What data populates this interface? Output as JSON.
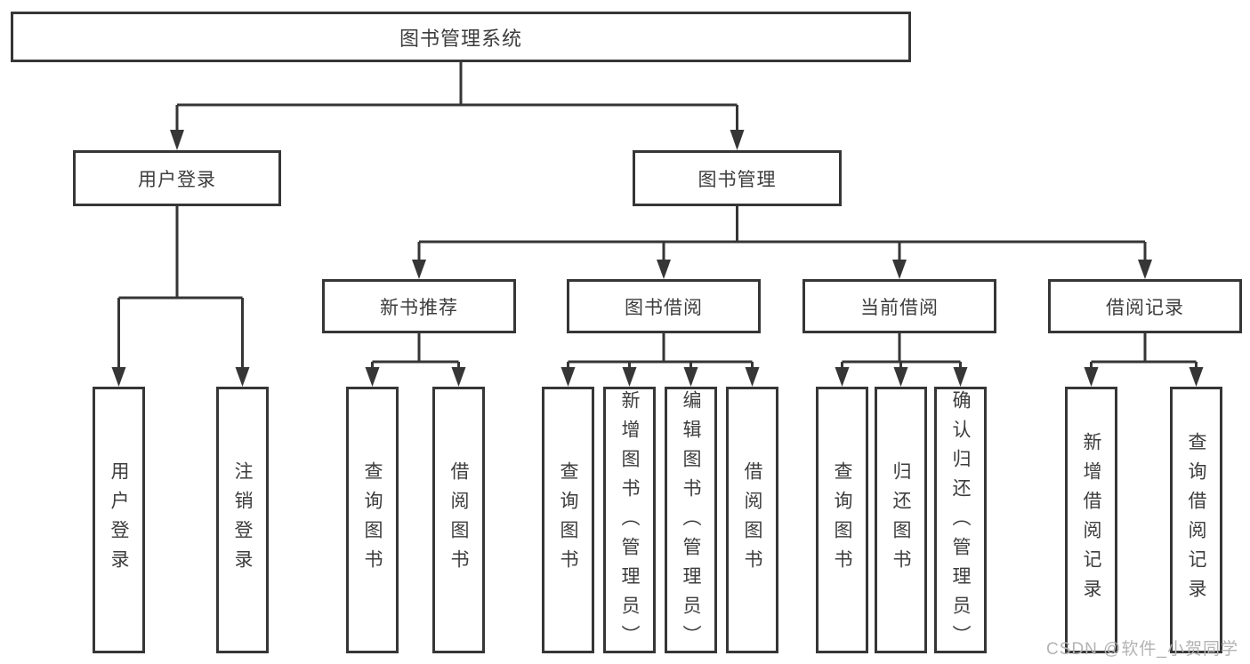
{
  "tree": {
    "label": "图书管理系统",
    "children": [
      {
        "label": "用户登录",
        "children": [
          {
            "label": "用户登录"
          },
          {
            "label": "注销登录"
          }
        ]
      },
      {
        "label": "图书管理",
        "children": [
          {
            "label": "新书推荐",
            "children": [
              {
                "label": "查询图书"
              },
              {
                "label": "借阅图书"
              }
            ]
          },
          {
            "label": "图书借阅",
            "children": [
              {
                "label": "查询图书"
              },
              {
                "label": "新增图书（管理员）"
              },
              {
                "label": "编辑图书（管理员）"
              },
              {
                "label": "借阅图书"
              }
            ]
          },
          {
            "label": "当前借阅",
            "children": [
              {
                "label": "查询图书"
              },
              {
                "label": "归还图书"
              },
              {
                "label": "确认归还（管理员）"
              }
            ]
          },
          {
            "label": "借阅记录",
            "children": [
              {
                "label": "新增借阅记录"
              },
              {
                "label": "查询借阅记录"
              }
            ]
          }
        ]
      }
    ]
  },
  "watermark": {
    "text": "CSDN @软件_小贺同学"
  },
  "colors": {
    "line": "#363636",
    "text": "#3d3d3d",
    "watermark": "#b3b3b3",
    "background": "#ffffff"
  }
}
